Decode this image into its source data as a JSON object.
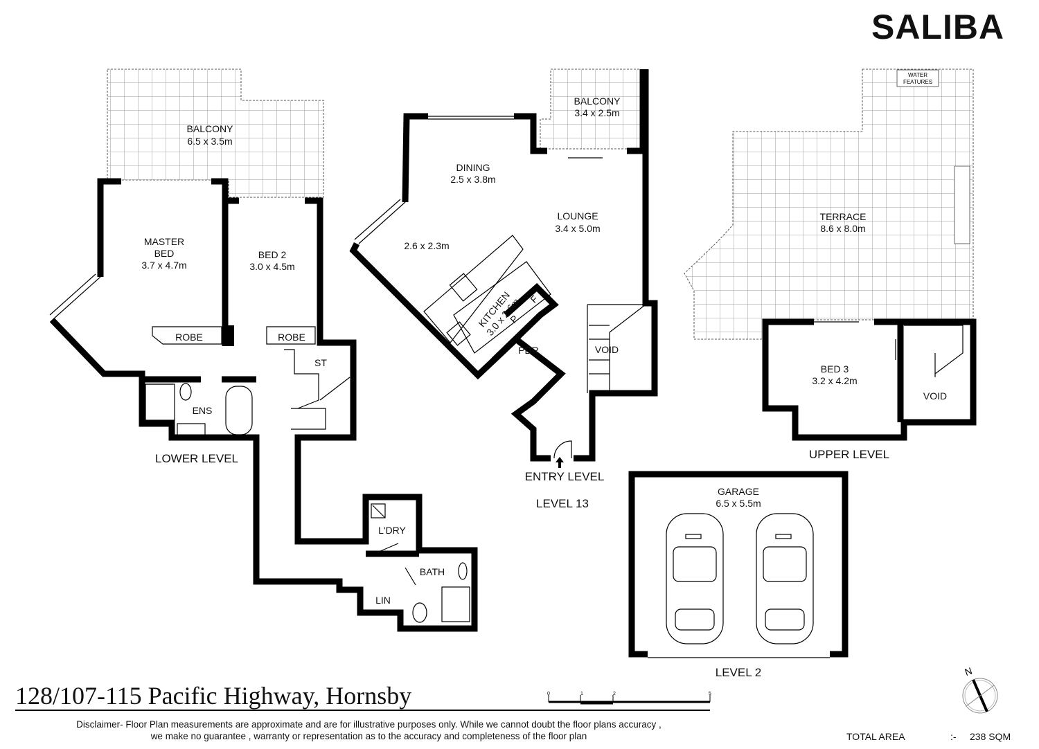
{
  "brand": {
    "logo": "SALIBA"
  },
  "address": "128/107-115 Pacific Highway, Hornsby",
  "disclaimer": {
    "line1": "Disclaimer- Floor Plan measurements are approximate and are for illustrative purposes only. While we cannot doubt the floor plans accuracy ,",
    "line2": "we make no guarantee , warranty or representation as to the accuracy and completeness of the floor plan"
  },
  "total_area": {
    "label": "TOTAL AREA",
    "separator": ":-",
    "value": "238 SQM"
  },
  "scale": {
    "ticks": [
      "0",
      "1",
      "2",
      "5"
    ]
  },
  "compass": {
    "north": "N"
  },
  "levels": {
    "lower": "LOWER LEVEL",
    "entry": "ENTRY LEVEL",
    "level13": "LEVEL 13",
    "upper": "UPPER LEVEL",
    "level2": "LEVEL 2"
  },
  "rooms": {
    "balcony_lower": {
      "name": "BALCONY",
      "size": "6.5 x 3.5m"
    },
    "master": {
      "name1": "MASTER",
      "name2": "BED",
      "size": "3.7 x 4.7m"
    },
    "bed2": {
      "name": "BED 2",
      "size": "3.0 x 4.5m"
    },
    "robe1": "ROBE",
    "robe2": "ROBE",
    "ens": "ENS",
    "st": "ST",
    "ldry": "L'DRY",
    "bath": "BATH",
    "lin": "LIN",
    "balcony_entry": {
      "name": "BALCONY",
      "size": "3.4 x 2.5m"
    },
    "dining": {
      "name": "DINING",
      "size": "2.5 x 3.8m"
    },
    "lounge": {
      "name": "LOUNGE",
      "size": "3.4 x 5.0m"
    },
    "study_size": "2.6 x 2.3m",
    "kitchen": {
      "name": "KITCHEN",
      "size": "3.0 x 2.6m",
      "pantry": "P",
      "fridge": "F"
    },
    "pdr": "PDR",
    "void_entry": "VOID",
    "terrace": {
      "name": "TERRACE",
      "size": "8.6 x 8.0m"
    },
    "water_features": {
      "line1": "WATER",
      "line2": "FEATURES"
    },
    "bed3": {
      "name": "BED 3",
      "size": "3.2 x 4.2m"
    },
    "void_upper": "VOID",
    "garage": {
      "name": "GARAGE",
      "size": "6.5 x 5.5m"
    }
  }
}
